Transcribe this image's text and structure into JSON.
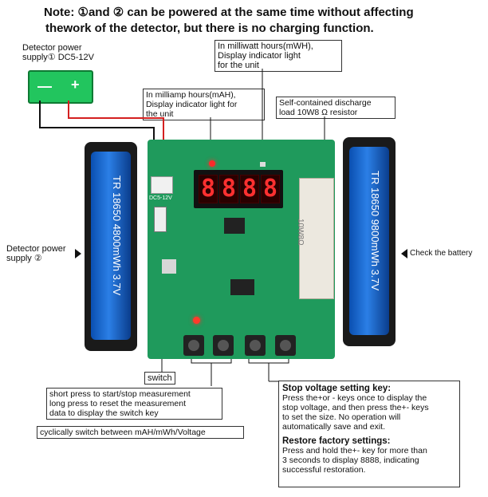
{
  "note": {
    "line1": "Note: ①and ② can be powered at the same time without affecting",
    "line2": "thework of the detector, but there is no charging function."
  },
  "labels": {
    "power1": "Detector power supply① DC5-12V",
    "power1_line1": "Detector power",
    "power1_line2": "supply① DC5-12V",
    "power2_line1": "Detector power",
    "power2_line2": "supply ②",
    "check_battery": "Check the battery",
    "mwh_line1": "In milliwatt hours(mWH),",
    "mwh_line2": "Display indicator light",
    "mwh_line3": "for the unit",
    "mah_line1": "In milliamp hours(mAH),",
    "mah_line2": "Display indicator light for",
    "mah_line3": "the unit",
    "resistor_line1": "Self-contained discharge",
    "resistor_line2": "load 10W8 Ω  resistor",
    "switch": "switch",
    "short_press_line1": "short press to start/stop measurement",
    "short_press_line2": "long press to reset the measurement",
    "short_press_line3": "data to display the switch key",
    "cyclic": "cyclically switch between mAH/mWh/Voltage"
  },
  "stop_voltage": {
    "title": "Stop voltage setting key:",
    "line1": "Press the+or - keys once to display the",
    "line2": "stop voltage, and then press the+- keys",
    "line3": "to set the size. No operation will",
    "line4": "automatically save and exit."
  },
  "restore": {
    "title": "Restore factory settings:",
    "line1": "Press and hold the+- key for more than",
    "line2": "3 seconds to display 8888, indicating",
    "line3": "successful restoration."
  },
  "display": {
    "digits": [
      "8",
      "8",
      "8",
      "8"
    ]
  },
  "battery_left": {
    "text": "TR 18650 4800mWh 3.7V"
  },
  "battery_right": {
    "text": "TR 18650 9800mWh 3.7V"
  },
  "board": {
    "dc_label": "DC5-12V",
    "resistor_text": "10W8Ω"
  },
  "colors": {
    "board": "#1f9a5c",
    "battery": "#1565c0",
    "display": "#ff3030",
    "module": "#22c55e"
  }
}
